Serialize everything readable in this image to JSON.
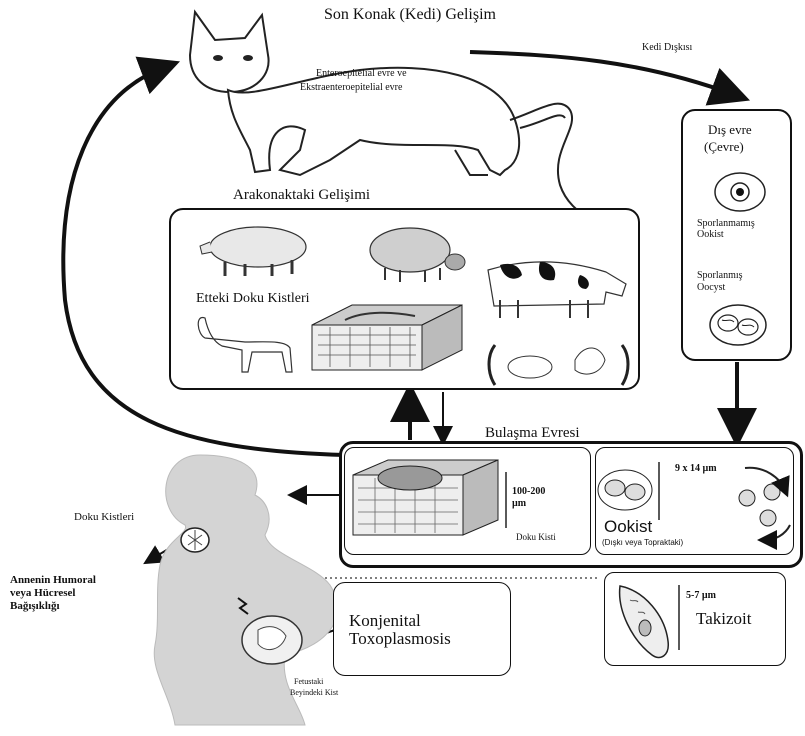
{
  "cat": {
    "title": "Son Konak (Kedi) Gelişim",
    "stage_line1": "Enteroepitelial evre ve",
    "stage_line2": "Ekstraenteroepitelial evre"
  },
  "feces_label": "Kedi Dışkısı",
  "environment": {
    "title_line1": "Dış evre",
    "title_line2": "(Çevre)",
    "unsporulated_line1": "Sporlanmamış",
    "unsporulated_line2": "Ookist",
    "sporulated_line1": "Sporlanmış",
    "sporulated_line2": "Oocyst"
  },
  "intermediate": {
    "title": "Arakonaktaki Gelişimi",
    "tissue_cysts": "Etteki Doku Kistleri"
  },
  "transmission": {
    "title": "Bulaşma Evresi",
    "cyst_size_line1": "100-200",
    "cyst_size_line2": "µm",
    "cyst_caption": "Doku Kisti",
    "oocyst_size": "9 x 14 µm",
    "oocyst_label": "Ookist",
    "oocyst_caption": "(Dışkı veya Topraktaki)"
  },
  "human": {
    "tissue_cysts": "Doku Kistleri",
    "immunity_line1": "Annenin Humoral",
    "immunity_line2": "veya Hücresel",
    "immunity_line3": "Bağışıklığı",
    "congenital_line1": "Konjenital",
    "congenital_line2": "Toxoplasmosis",
    "fetal_line1": "Fetustaki",
    "fetal_line2": "Beyindeki Kist"
  },
  "tachyzoite": {
    "size": "5-7 µm",
    "label": "Takizoit"
  }
}
